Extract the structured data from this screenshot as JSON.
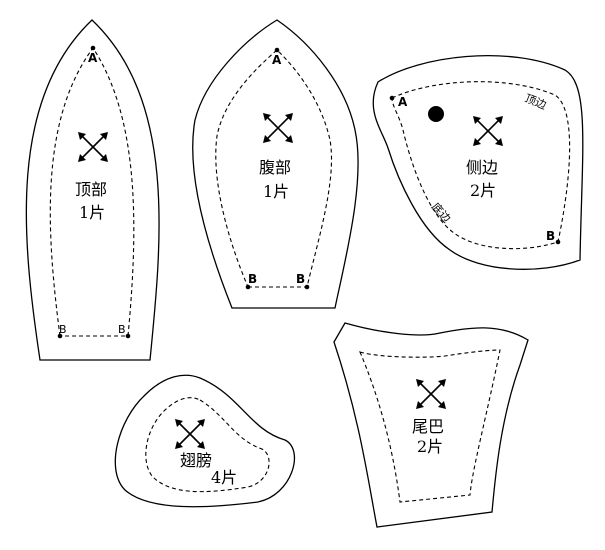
{
  "pieces": {
    "top": {
      "name": "顶部",
      "qty": "1片",
      "markers": [
        "A",
        "B",
        "B"
      ]
    },
    "belly": {
      "name": "腹部",
      "qty": "1片",
      "markers": [
        "A",
        "B",
        "B"
      ]
    },
    "side": {
      "name": "侧边",
      "qty": "2片",
      "markers": [
        "A",
        "B"
      ],
      "edge_top": "顶边",
      "edge_bottom": "底边"
    },
    "tail": {
      "name": "尾巴",
      "qty": "2片"
    },
    "wing": {
      "name": "翅膀",
      "qty": "4片"
    }
  }
}
